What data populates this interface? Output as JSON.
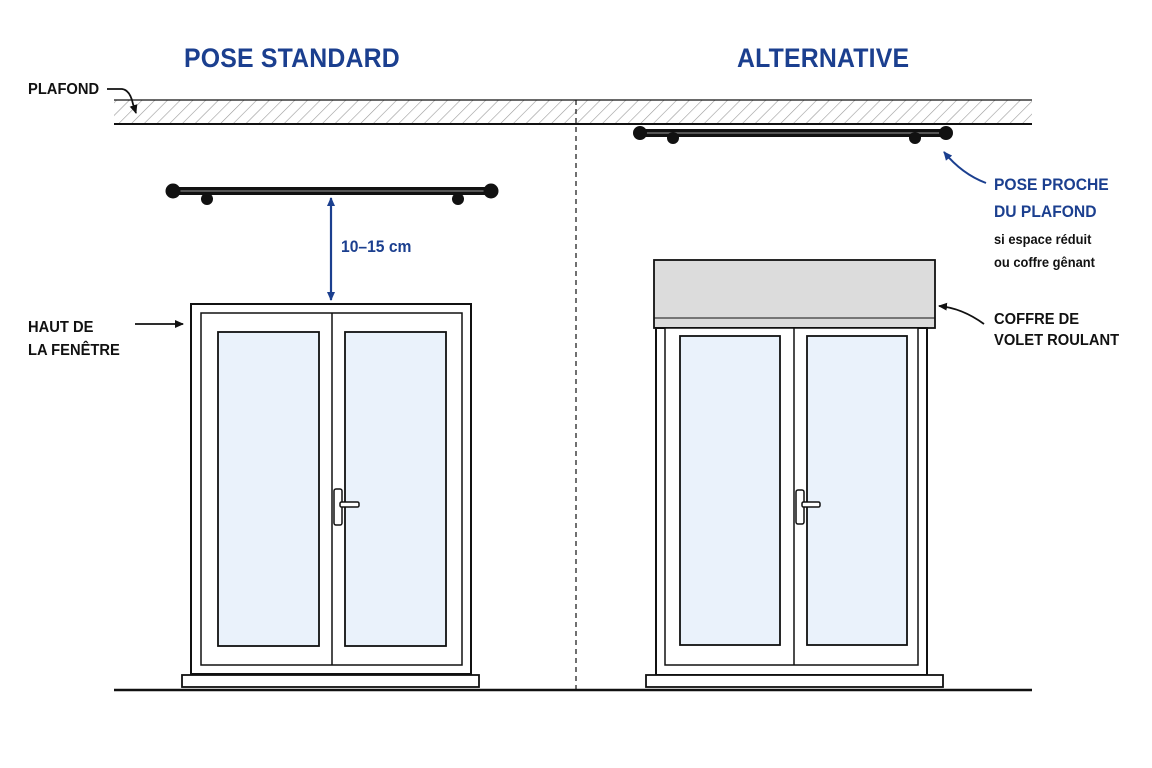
{
  "titles": {
    "standard": "POSE STANDARD",
    "alternative": "ALTERNATIVE"
  },
  "labels": {
    "ceiling": "PLAFOND",
    "window_top_line1": "HAUT DE",
    "window_top_line2": "LA FENÊTRE",
    "gap": "10–15 cm",
    "near_ceiling_line1": "POSE PROCHE",
    "near_ceiling_line2": "DU PLAFOND",
    "near_ceiling_note1": "si espace réduit",
    "near_ceiling_note2": "ou coffre gênant",
    "shutter_box_line1": "COFFRE DE",
    "shutter_box_line2": "VOLET ROULANT"
  },
  "colors": {
    "accent_blue": "#1b3f8f",
    "line": "#111111",
    "glass": "#eaf2fb",
    "shutter_box": "#dcdcdc",
    "hatch": "#9a9a9a"
  },
  "icons": {
    "rod": "curtain-rod-icon",
    "handle": "window-handle-icon",
    "arrow": "arrow-icon"
  }
}
